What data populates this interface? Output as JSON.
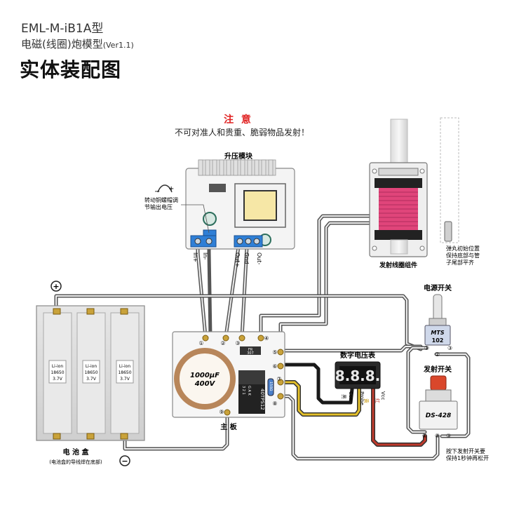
{
  "header": {
    "model": "EML-M-iB1A型",
    "name": "电磁(线圈)炮模型",
    "version": "(Ver1.1)",
    "subtitle": "实体装配图"
  },
  "notice": {
    "title": "注 意",
    "text": "不可对准人和贵重、脆弱物品发射！"
  },
  "boost_module": {
    "title": "升压模块",
    "adjust_note_line1": "转动铜螺帽调",
    "adjust_note_line2": "节输出电压",
    "terminals": [
      "In+",
      "In-",
      "Out+",
      "Gnd",
      "Out-"
    ]
  },
  "coil_assembly": {
    "title": "发射线圈组件",
    "projectile_note_line1": "弹丸初始位置",
    "projectile_note_line2": "保持底部与管",
    "projectile_note_line3": "子尾部平齐"
  },
  "power_switch": {
    "title": "电源开关",
    "label_line1": "MTS",
    "label_line2": "102",
    "pins": [
      "①",
      "②",
      "③"
    ]
  },
  "fire_switch": {
    "title": "发射开关",
    "label": "DS-428",
    "pins": [
      "①",
      "②",
      "③"
    ],
    "note_line1": "按下发射开关要",
    "note_line2": "保持1秒钟再松开"
  },
  "battery_box": {
    "title": "电 池 盒",
    "note": "(电池盒的导线焊在底部)",
    "plus": "+",
    "minus": "−",
    "cell_label_line1": "Li-ion",
    "cell_label_line2": "18650",
    "cell_label_line3": "3.7V"
  },
  "main_board": {
    "title": "主 板",
    "capacitor_line1": "1000μF",
    "capacitor_line2": "400V",
    "scr_label": "40TPS12",
    "scr_pins": "3 2 1",
    "scr_pins_letters": "G A K",
    "diode_label_line1": "FR",
    "diode_label_line2": "307",
    "resistor_label": "150Ω",
    "pads": [
      "①",
      "②",
      "③",
      "④",
      "⑤",
      "⑥",
      "⑦",
      "⑧",
      "⑨"
    ]
  },
  "voltmeter": {
    "title": "数字电压表",
    "display": "8.8.8.",
    "wire_labels": [
      "黑",
      "Com",
      "Probe",
      "黄",
      "红",
      "Vcc"
    ]
  },
  "colors": {
    "coil_pink": "#e0457a",
    "red_wire": "#c0392b",
    "yellow_wire": "#e4c02a",
    "notice_red": "#e02020",
    "terminal_blue": "#2f7fd6",
    "switch_red": "#d9472b"
  }
}
